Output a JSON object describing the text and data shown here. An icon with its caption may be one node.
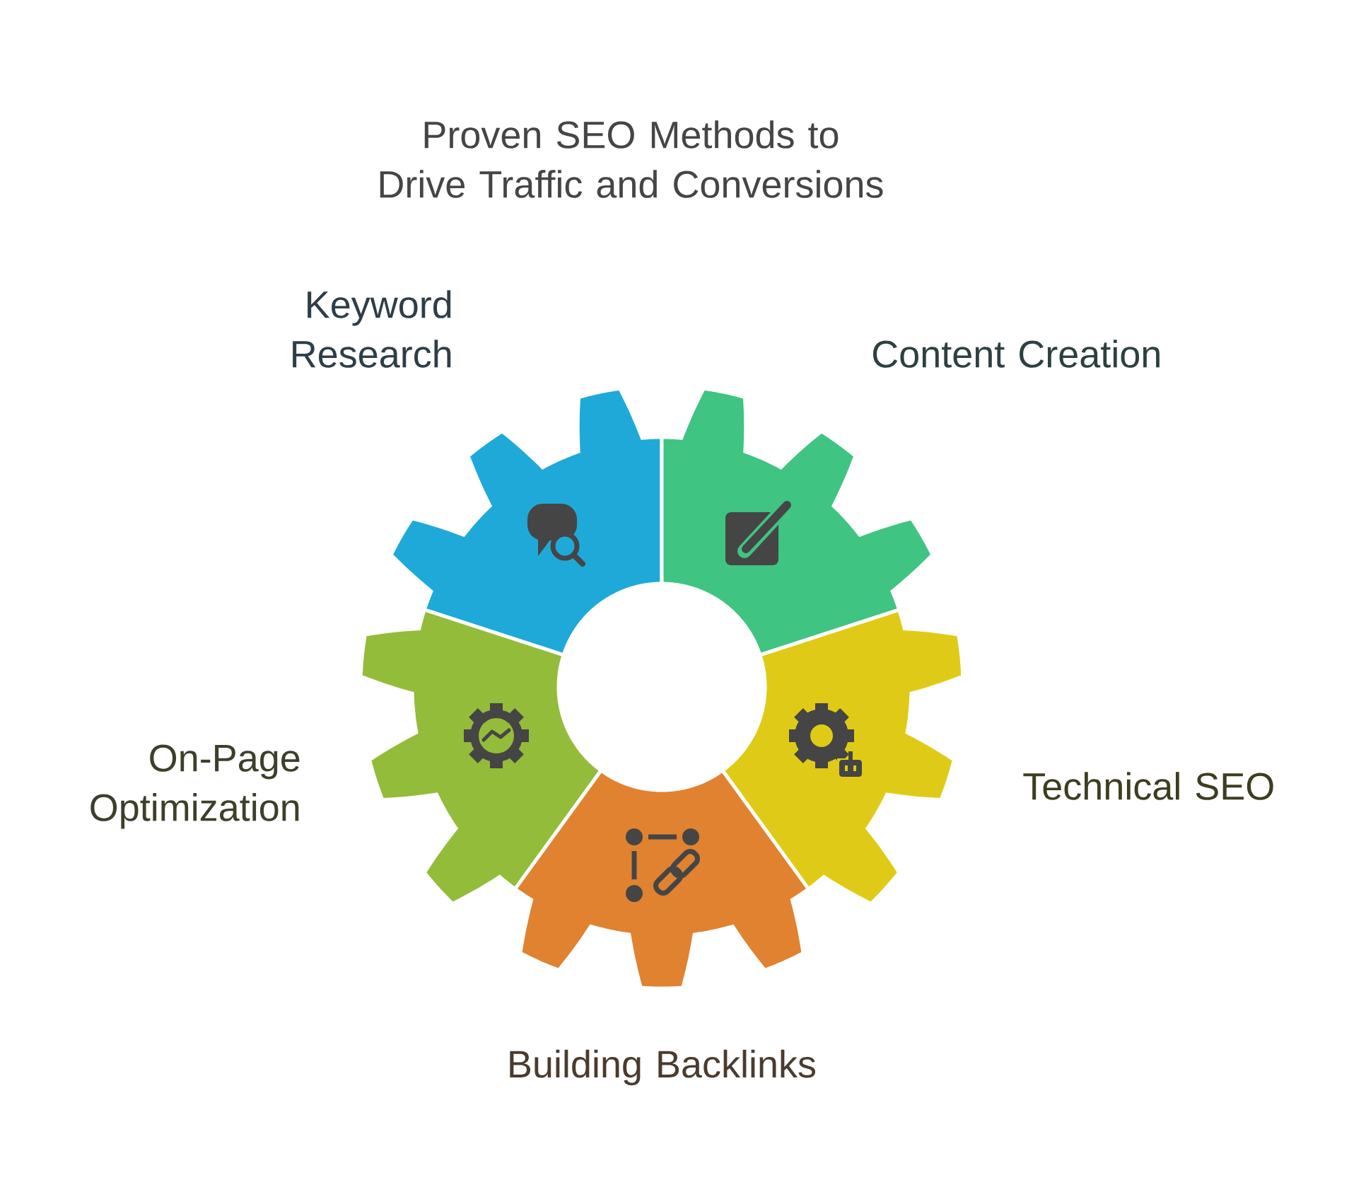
{
  "diagram": {
    "title": "Proven SEO Methods to Drive Traffic and Conversions",
    "nodes": [
      {
        "text": [
          "Keyword Research"
        ]
      },
      {
        "text": [
          "Content Creation"
        ]
      },
      {
        "text": [
          "On-Page Optimization"
        ]
      },
      {
        "text": [
          "Technical SEO"
        ]
      },
      {
        "text": [
          "Building Backlinks"
        ]
      }
    ]
  }
}
